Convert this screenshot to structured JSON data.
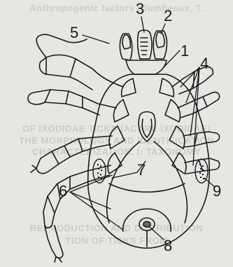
{
  "figure": {
    "callouts": [
      {
        "id": "label-1",
        "text": "1"
      },
      {
        "id": "label-2",
        "text": "2"
      },
      {
        "id": "label-3",
        "text": "3"
      },
      {
        "id": "label-4",
        "text": "4"
      },
      {
        "id": "label-5",
        "text": "5"
      },
      {
        "id": "label-6",
        "text": "6"
      },
      {
        "id": "label-7",
        "text": "7"
      },
      {
        "id": "label-8",
        "text": "8"
      },
      {
        "id": "label-9",
        "text": "9"
      }
    ]
  },
  "bleed_through": {
    "line1": "Anthropogenic factors (Dumbeaux, T.",
    "line2": "OF IXODIDAE TICKS (ACARI: IXODIDAE)",
    "line3": "THE MORPHOLOGY AND IDENTIFICATION",
    "line4": "CHARACTERIZATION. I: TAXONOMY",
    "line5": "REPRODUCTION AND DISTRIBUTION",
    "line6": "TION OF TICKS FROM"
  },
  "colors": {
    "ink": "#1a1a1a",
    "paper": "#e8e6e2",
    "bleed": "#b9b5b0"
  }
}
